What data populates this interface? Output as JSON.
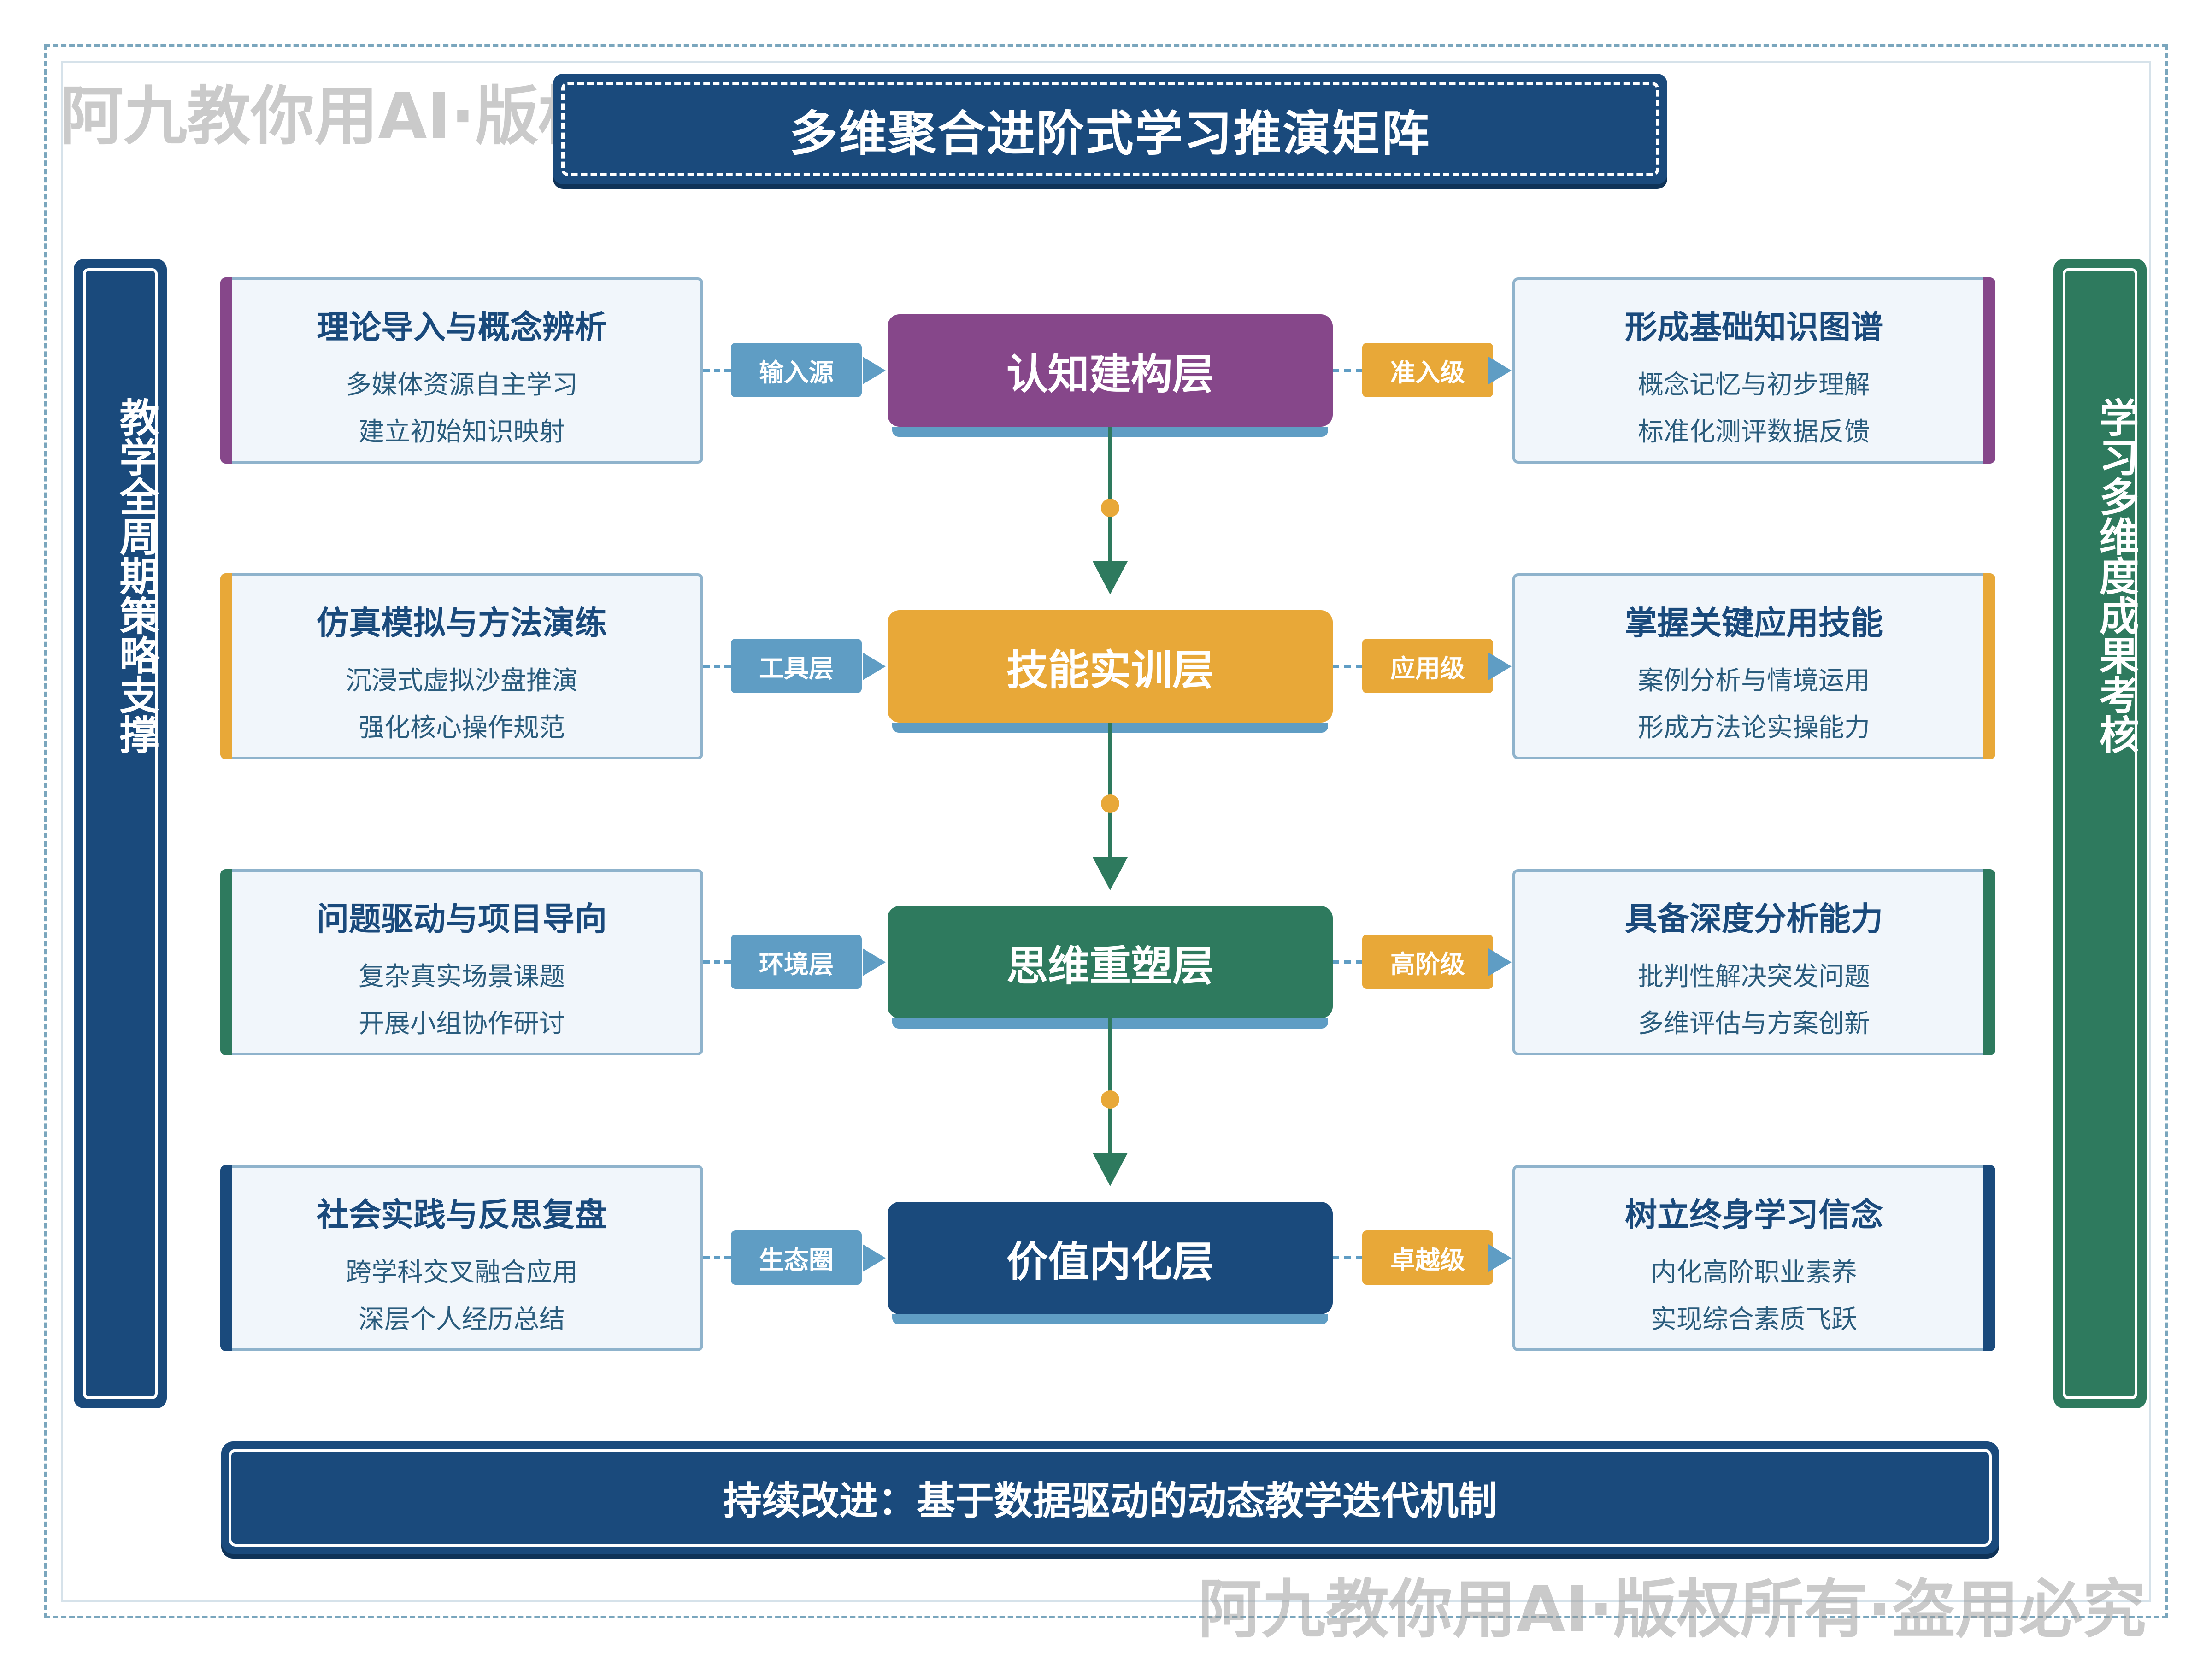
{
  "title": "多维聚合进阶式学习推演矩阵",
  "watermark": "阿九教你用AI·版权所有·盗用必究",
  "left_bar": "教学全周期策略支撑",
  "right_bar": "学习多维度成果考核",
  "bottom": "持续改进：基于数据驱动的动态教学迭代机制",
  "colors": {
    "purple": "#86478a",
    "orange": "#e8a838",
    "green": "#2e7a5e",
    "navy": "#1a4a7c",
    "steel": "#5f9dc4"
  },
  "rows": [
    {
      "left": {
        "title": "理论导入与概念辨析",
        "line1": "多媒体资源自主学习",
        "line2": "建立初始知识映射"
      },
      "left_tag": "输入源",
      "layer": "认知建构层",
      "right_tag": "准入级",
      "right": {
        "title": "形成基础知识图谱",
        "line1": "概念记忆与初步理解",
        "line2": "标准化测评数据反馈"
      }
    },
    {
      "left": {
        "title": "仿真模拟与方法演练",
        "line1": "沉浸式虚拟沙盘推演",
        "line2": "强化核心操作规范"
      },
      "left_tag": "工具层",
      "layer": "技能实训层",
      "right_tag": "应用级",
      "right": {
        "title": "掌握关键应用技能",
        "line1": "案例分析与情境运用",
        "line2": "形成方法论实操能力"
      }
    },
    {
      "left": {
        "title": "问题驱动与项目导向",
        "line1": "复杂真实场景课题",
        "line2": "开展小组协作研讨"
      },
      "left_tag": "环境层",
      "layer": "思维重塑层",
      "right_tag": "高阶级",
      "right": {
        "title": "具备深度分析能力",
        "line1": "批判性解决突发问题",
        "line2": "多维评估与方案创新"
      }
    },
    {
      "left": {
        "title": "社会实践与反思复盘",
        "line1": "跨学科交叉融合应用",
        "line2": "深层个人经历总结"
      },
      "left_tag": "生态圈",
      "layer": "价值内化层",
      "right_tag": "卓越级",
      "right": {
        "title": "树立终身学习信念",
        "line1": "内化高阶职业素养",
        "line2": "实现综合素质飞跃"
      }
    }
  ]
}
